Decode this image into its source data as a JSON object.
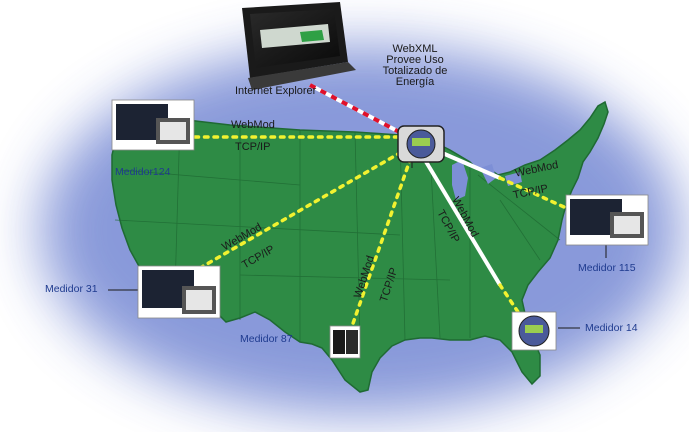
{
  "diagram": {
    "center_caption": [
      "WebXML",
      "Provee Uso",
      "Totalizado de",
      "Energía"
    ],
    "browser_label": "Internet Explorer",
    "link_labels": {
      "webmod": "WebMod",
      "tcpip": "TCP/IP"
    },
    "meters": {
      "m124": "Medidor124",
      "m31": "Medidor 31",
      "m87": "Medidor 87",
      "m115": "Medidor 115",
      "m14": "Medidor 14"
    }
  },
  "colors": {
    "map_green": "#2e8b45",
    "halo_blue": "#7d8fd6",
    "link_yellow": "#f2f230",
    "ie_red": "#e0102a",
    "label_blue": "#1f3b8f"
  }
}
